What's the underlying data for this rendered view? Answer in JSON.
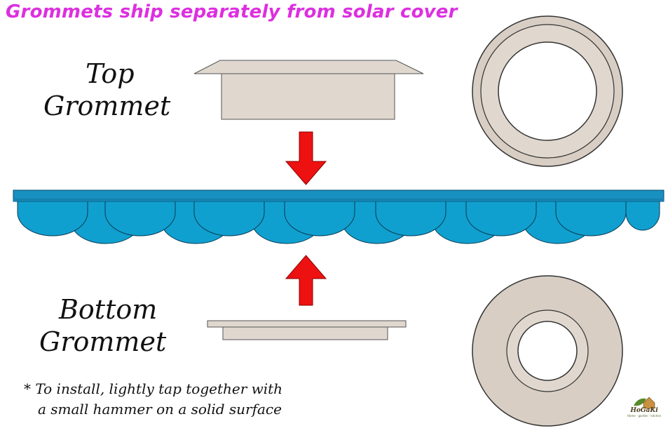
{
  "headline": "Grommets ship separately from solar cover",
  "labels": {
    "top_line1": "Top",
    "top_line2": "Grommet",
    "bottom_line1": "Bottom",
    "bottom_line2": "Grommet"
  },
  "note": {
    "line1": "* To install, lightly tap together with",
    "line2": "a small hammer on a solid surface"
  },
  "logo": {
    "name": "HoGaKi",
    "tagline": "Home · garden · kitchen"
  },
  "colors": {
    "headline": "#dd2fe0",
    "grommet_fill": "#e0d8ce",
    "arrow": "#ee1111",
    "cover_bar": "#1890c0",
    "bubbles": "#10a0cf"
  }
}
